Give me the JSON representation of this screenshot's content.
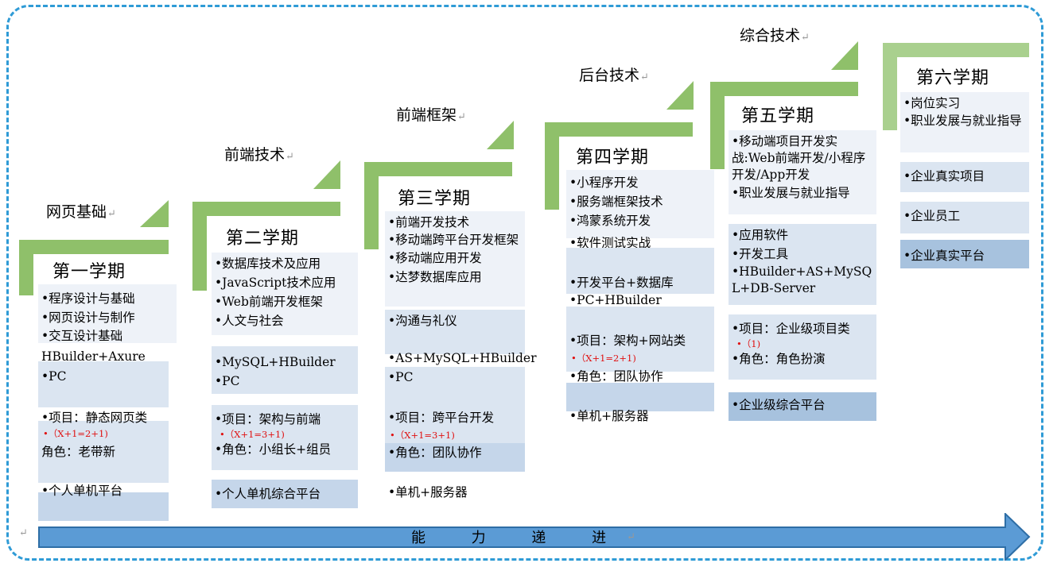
{
  "ability": "能 力 递 进",
  "return_mark": "↵",
  "categories": [
    "网页基础",
    "前端技术",
    "前端框架",
    "后台技术",
    "综合技术"
  ],
  "semesters": [
    {
      "title": "第一学期",
      "blocks": [
        {
          "tone": "c1",
          "items": [
            "•程序设计与基础",
            "•网页设计与制作",
            "•交互设计基础"
          ]
        },
        {
          "tone": "c2",
          "items": [
            "HBuilder+Axure",
            "•PC"
          ]
        },
        {
          "tone": "c2",
          "items": [
            "•项目：静态网页类"
          ],
          "red": "•（X+1=2+1)",
          "after": [
            "角色：老带新"
          ]
        },
        {
          "tone": "c3",
          "items": [
            "•个人单机平台"
          ]
        }
      ]
    },
    {
      "title": "第二学期",
      "blocks": [
        {
          "tone": "c1",
          "items": [
            "•数据库技术及应用",
            "•JavaScript技术应用",
            "•Web前端开发框架",
            "•人文与社会"
          ]
        },
        {
          "tone": "c2",
          "items": [
            "•MySQL+HBuilder",
            "•PC"
          ]
        },
        {
          "tone": "c2",
          "items": [
            "•项目：架构与前端"
          ],
          "red": "•（X+1=3+1)",
          "after": [
            "•角色：小组长+组员"
          ]
        },
        {
          "tone": "c3",
          "items": [
            "•个人单机综合平台"
          ]
        }
      ]
    },
    {
      "title": "第三学期",
      "blocks": [
        {
          "tone": "c1",
          "items": [
            "•前端开发技术",
            "•移动端跨平台开发框架",
            "•移动端应用开发",
            "•达梦数据库应用"
          ]
        },
        {
          "tone": "c2",
          "items": [
            "•沟通与礼仪"
          ]
        },
        {
          "tone": "c2",
          "items": [
            "•AS+MySQL+HBuilder",
            "•PC"
          ]
        },
        {
          "tone": "c2",
          "items": [
            "•项目：跨平台开发"
          ],
          "red": "•（X+1=3+1)",
          "after": [
            "•角色：团队协作"
          ]
        },
        {
          "tone": "c3",
          "items": [
            "•单机+服务器"
          ]
        }
      ]
    },
    {
      "title": "第四学期",
      "blocks": [
        {
          "tone": "c1",
          "items": [
            "•小程序开发",
            "•服务端框架技术",
            "•鸿蒙系统开发",
            "•软件测试实战"
          ]
        },
        {
          "tone": "c2",
          "items": [
            "•开发平台+数据库",
            "•PC+HBuilder"
          ]
        },
        {
          "tone": "c2",
          "items": [
            "•项目：架构+网站类"
          ],
          "red": "•（X+1=2+1)",
          "after": [
            "•角色：团队协作"
          ]
        },
        {
          "tone": "c3",
          "items": [
            "•单机+服务器"
          ]
        }
      ]
    },
    {
      "title": "第五学期",
      "blocks": [
        {
          "tone": "c1",
          "items": [
            "•移动端项目开发实战:Web前端开发/小程序开发/App开发",
            "•职业发展与就业指导"
          ]
        },
        {
          "tone": "c2",
          "items": [
            "•应用软件",
            "•开发工具",
            "•HBuilder+AS+MySQL+DB-Server"
          ]
        },
        {
          "tone": "c2",
          "items": [
            "•项目：企业级项目类"
          ],
          "red": "•（1)",
          "after": [
            "•角色：角色扮演"
          ]
        },
        {
          "tone": "c4",
          "items": [
            "•企业级综合平台"
          ]
        }
      ]
    },
    {
      "title": "第六学期",
      "blocks": [
        {
          "tone": "c1",
          "items": [
            "•岗位实习",
            "•职业发展与就业指导"
          ]
        },
        {
          "tone": "c2",
          "items": [
            "•企业真实项目"
          ]
        },
        {
          "tone": "c2",
          "items": [
            "•企业员工"
          ]
        },
        {
          "tone": "c4",
          "items": [
            "•企业真实平台"
          ]
        }
      ]
    }
  ],
  "colors": {
    "frame": "#2f9bd6",
    "step": "#8fc06a",
    "arrow": "#5b9bd5",
    "red_note": "#e01010"
  }
}
